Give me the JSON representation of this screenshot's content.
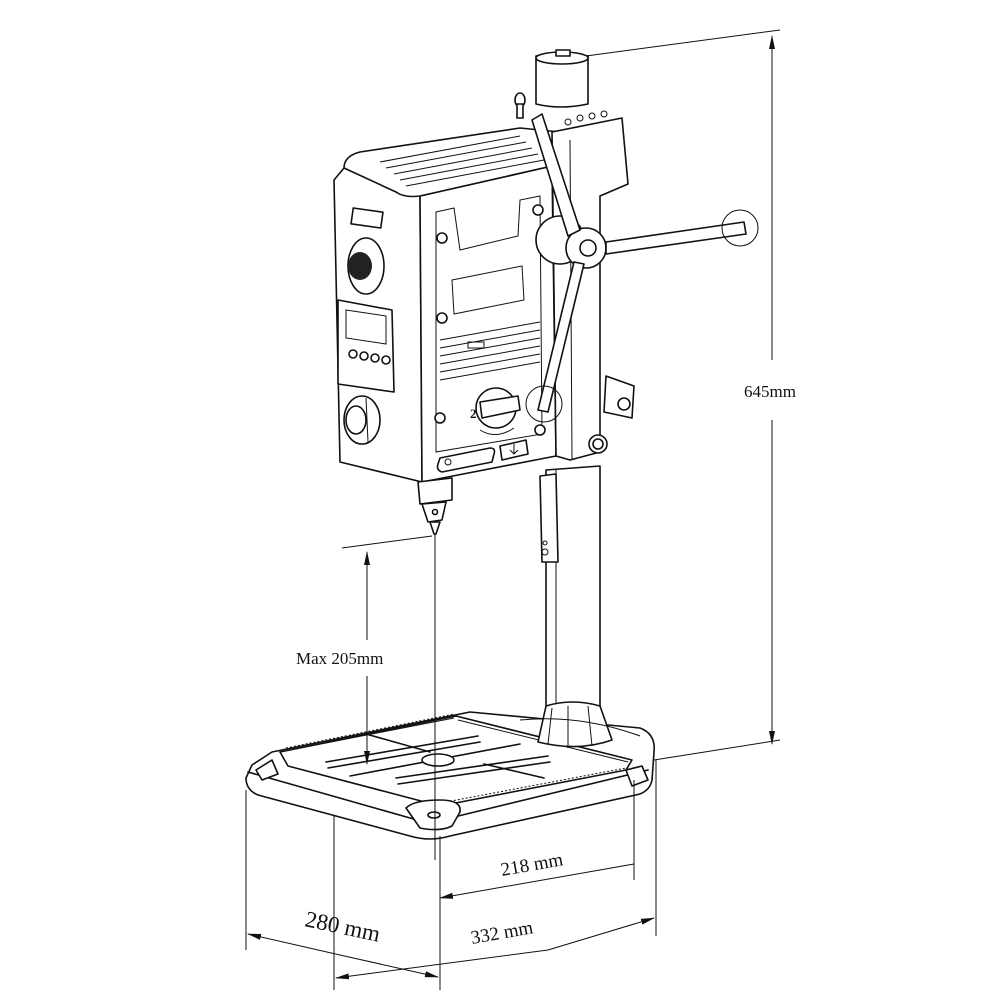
{
  "diagram": {
    "subject": "Bench drill press",
    "dimensions": {
      "height": "645mm",
      "max_spindle_to_table": "Max 205mm",
      "column_to_spindle": "218 mm",
      "base_width": "332 mm",
      "base_depth": "280 mm"
    },
    "panel": {
      "speed_dial_number": "2"
    }
  }
}
